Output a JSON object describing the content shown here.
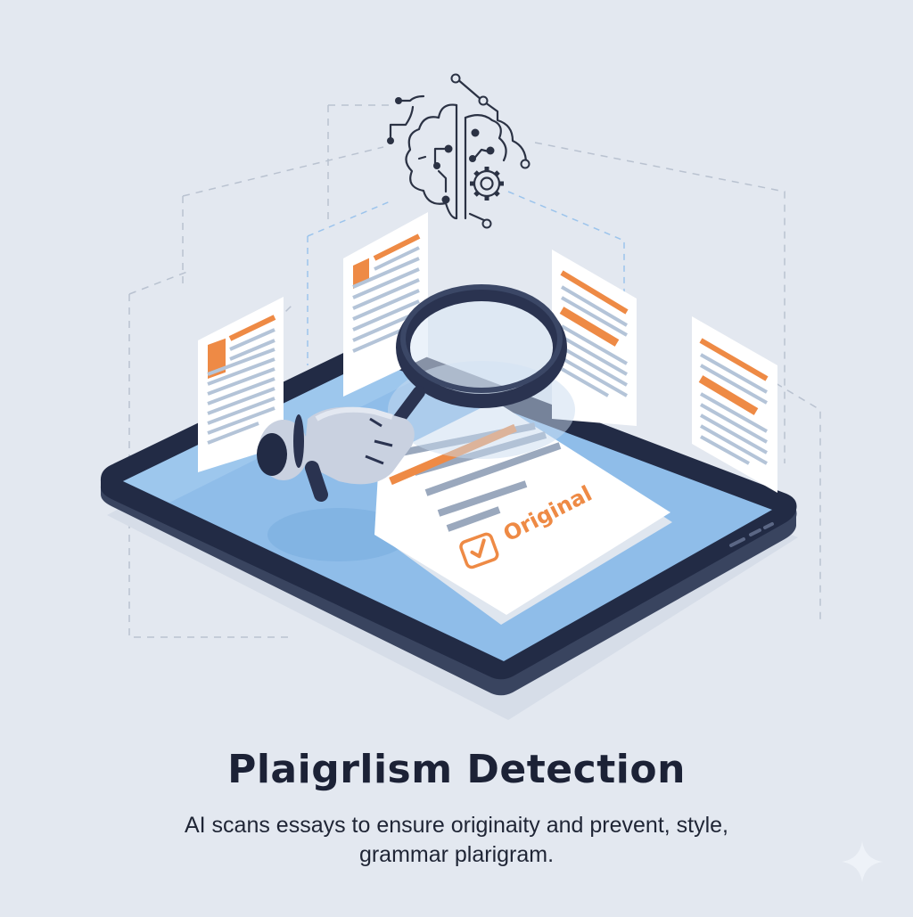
{
  "illustration": {
    "badge_label": "Original",
    "colors": {
      "background": "#e3e8f0",
      "accent_orange": "#ee8a45",
      "tablet_frame": "#2a3350",
      "tablet_screen": "#8fbde9",
      "doc_lines": "#b4c4d8",
      "ink": "#2b3244"
    },
    "icons": [
      "ai-brain-circuit-icon",
      "gear-icon",
      "magnifying-glass-icon",
      "robot-hand-icon",
      "checkbox-check-icon",
      "document-icon",
      "sparkle-icon"
    ]
  },
  "caption": {
    "title": "Plaigrlism Detection",
    "subtitle_line1": "AI scans essays to ensure originaity and prevent, style,",
    "subtitle_line2": "grammar plarigram."
  }
}
